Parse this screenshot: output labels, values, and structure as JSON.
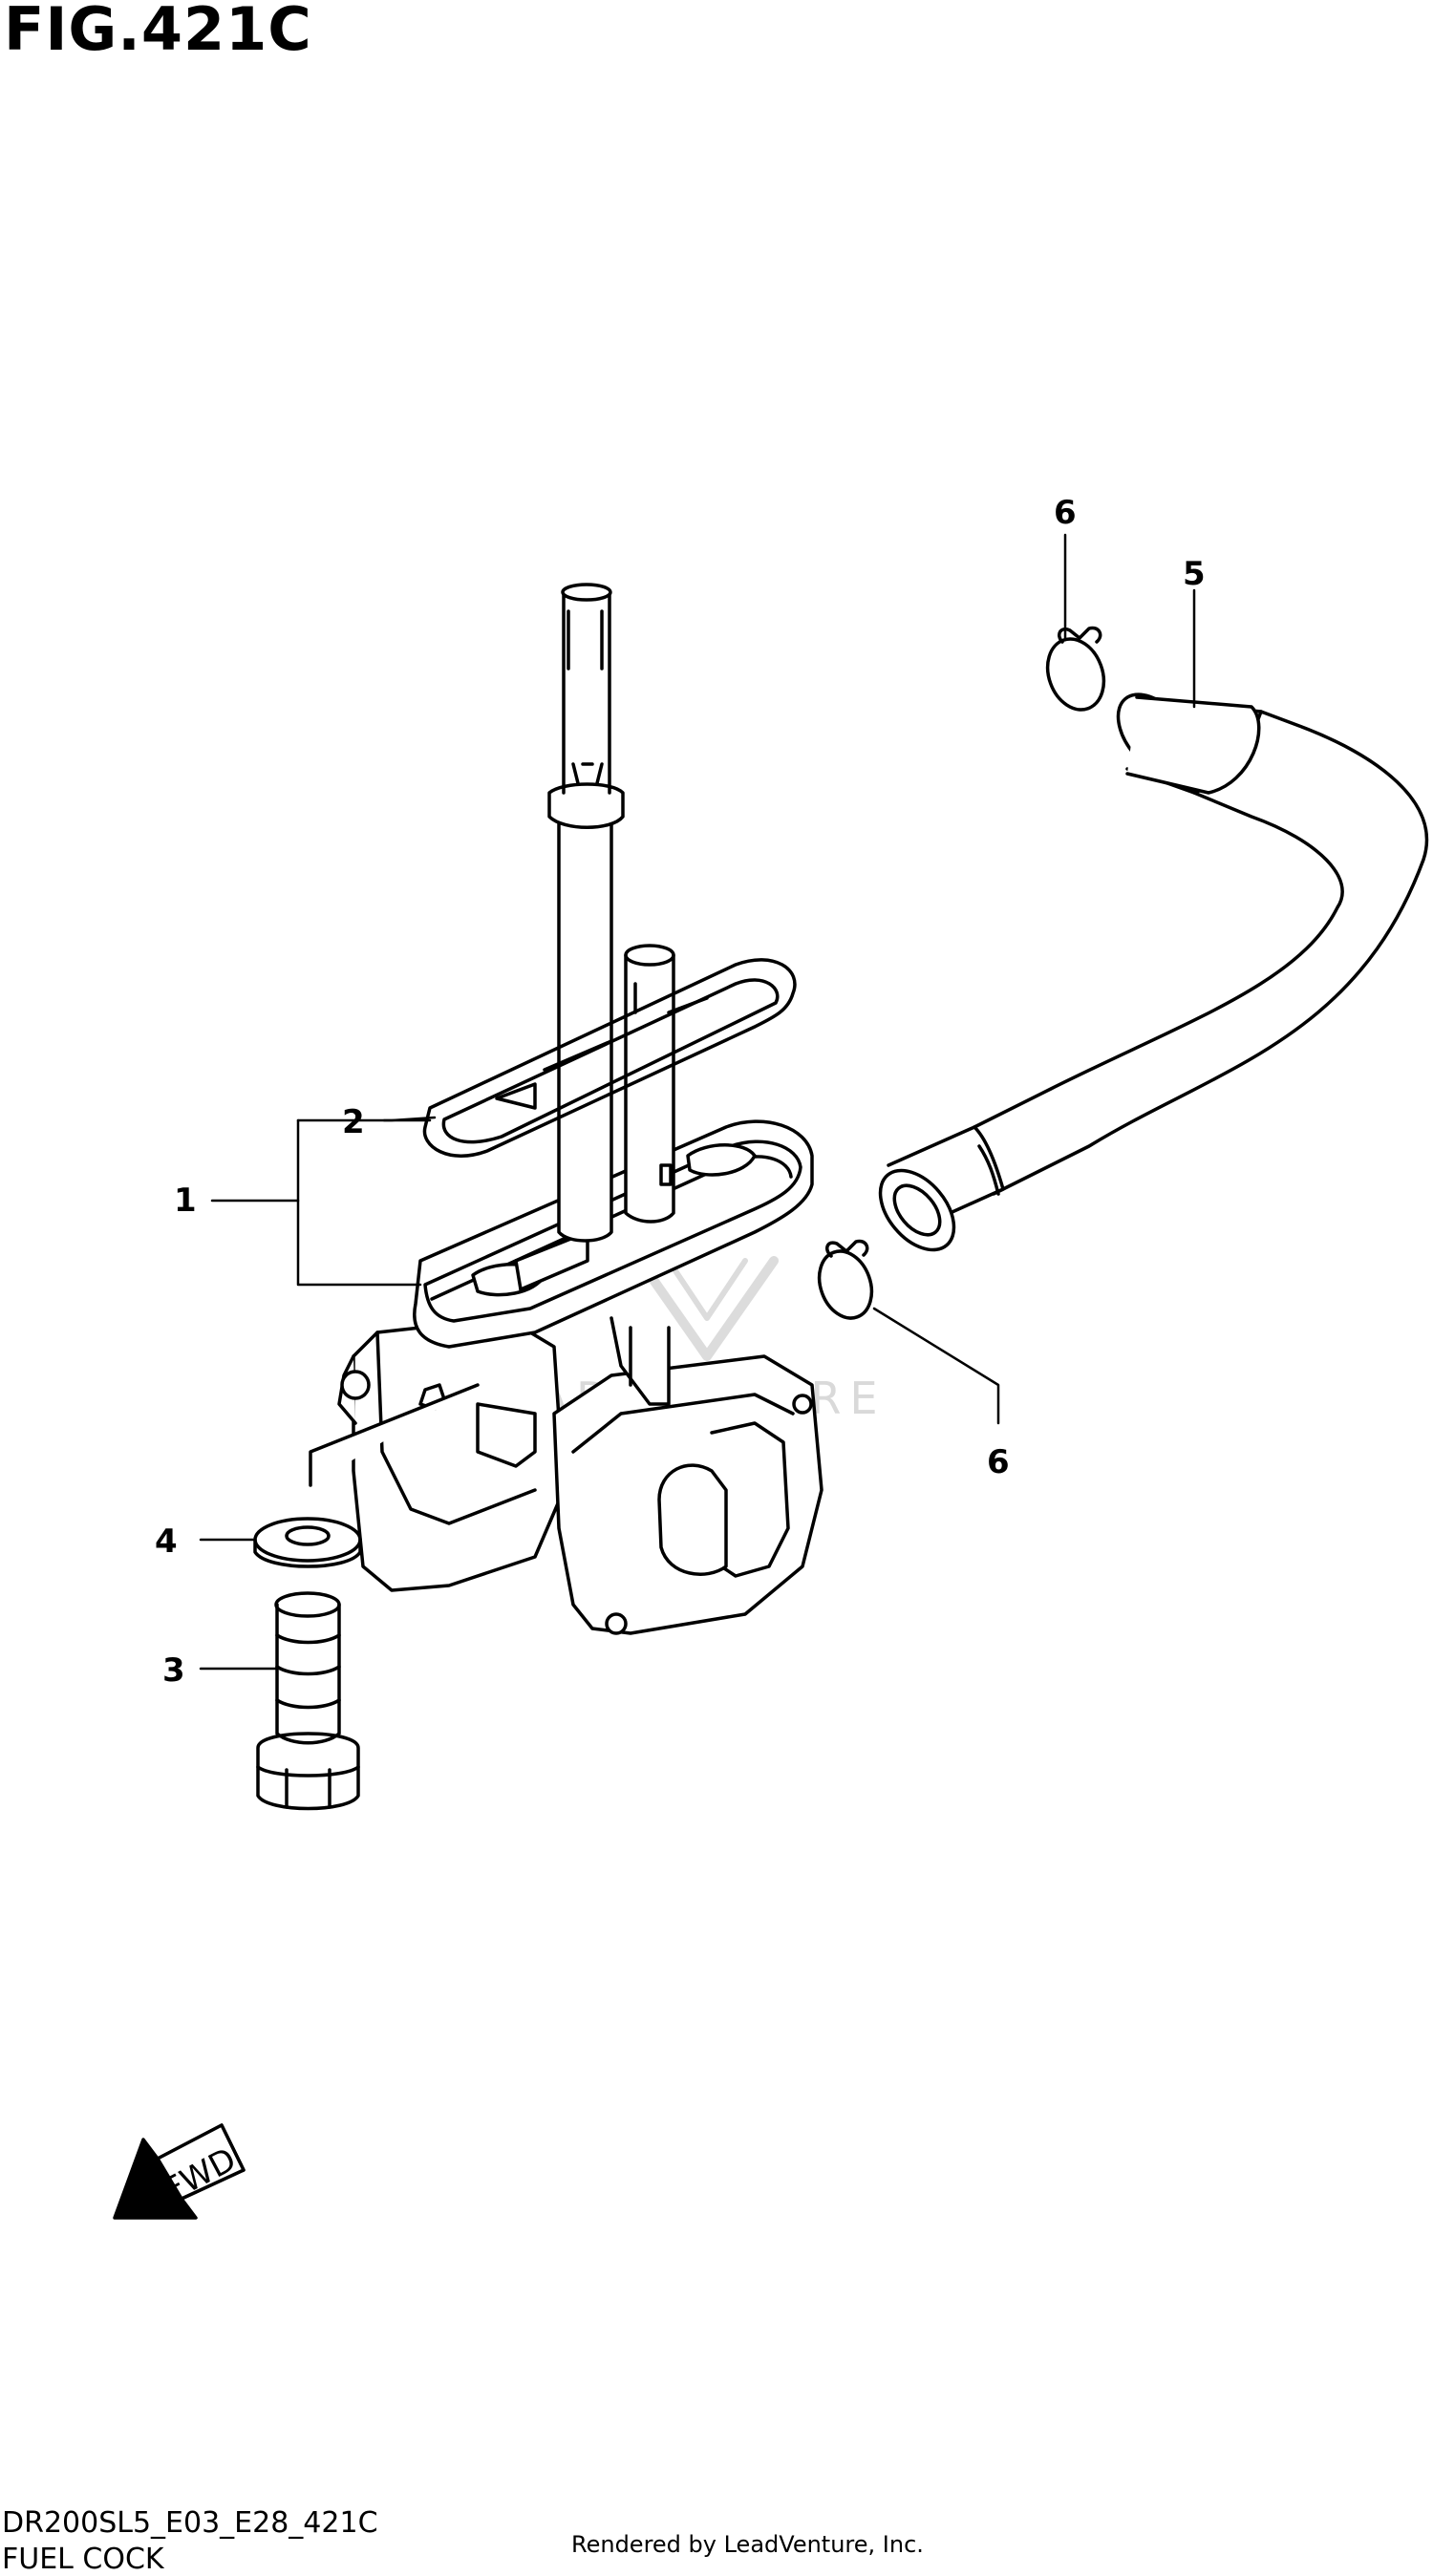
{
  "figure": {
    "title": "FIG.421C",
    "diagram_code": "DR200SL5_E03_E28_421C",
    "assembly_name": "FUEL COCK",
    "credit": "Rendered by LeadVenture, Inc."
  },
  "callouts": [
    {
      "id": "1",
      "label": "1"
    },
    {
      "id": "2",
      "label": "2"
    },
    {
      "id": "3",
      "label": "3"
    },
    {
      "id": "4",
      "label": "4"
    },
    {
      "id": "5",
      "label": "5"
    },
    {
      "id": "6a",
      "label": "6"
    },
    {
      "id": "6b",
      "label": "6"
    }
  ],
  "direction_indicator": {
    "label": "FWD"
  },
  "watermark": {
    "text": "LEADVENTURE"
  }
}
